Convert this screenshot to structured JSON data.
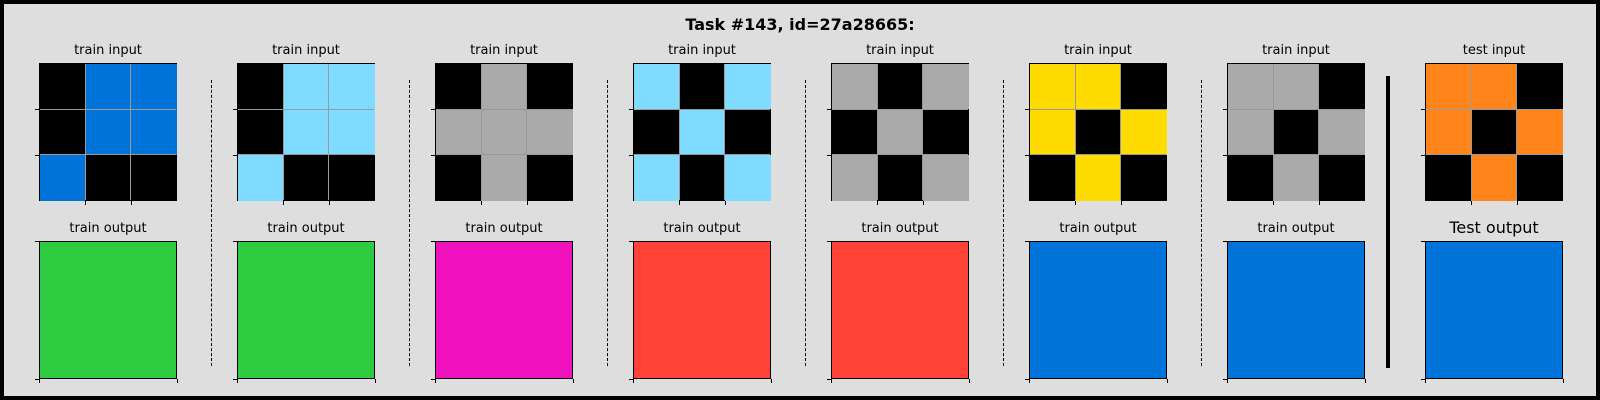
{
  "title": "Task #143, id=27a28665:",
  "palette": {
    "0": "#000000",
    "1": "#0074D9",
    "2": "#FF4136",
    "3": "#2ECC40",
    "4": "#FFDC00",
    "5": "#AAAAAA",
    "6": "#F012BE",
    "7": "#FF851B",
    "8": "#7FDBFF",
    "9": "#870C25"
  },
  "pairs": [
    {
      "input_label": "train input",
      "output_label": "train output",
      "input": [
        [
          0,
          1,
          1
        ],
        [
          0,
          1,
          1
        ],
        [
          1,
          0,
          0
        ]
      ],
      "output": [
        [
          3
        ]
      ]
    },
    {
      "input_label": "train input",
      "output_label": "train output",
      "input": [
        [
          0,
          8,
          8
        ],
        [
          0,
          8,
          8
        ],
        [
          8,
          0,
          0
        ]
      ],
      "output": [
        [
          3
        ]
      ]
    },
    {
      "input_label": "train input",
      "output_label": "train output",
      "input": [
        [
          0,
          5,
          0
        ],
        [
          5,
          5,
          5
        ],
        [
          0,
          5,
          0
        ]
      ],
      "output": [
        [
          6
        ]
      ]
    },
    {
      "input_label": "train input",
      "output_label": "train output",
      "input": [
        [
          8,
          0,
          8
        ],
        [
          0,
          8,
          0
        ],
        [
          8,
          0,
          8
        ]
      ],
      "output": [
        [
          2
        ]
      ]
    },
    {
      "input_label": "train input",
      "output_label": "train output",
      "input": [
        [
          5,
          0,
          5
        ],
        [
          0,
          5,
          0
        ],
        [
          5,
          0,
          5
        ]
      ],
      "output": [
        [
          2
        ]
      ]
    },
    {
      "input_label": "train input",
      "output_label": "train output",
      "input": [
        [
          4,
          4,
          0
        ],
        [
          4,
          0,
          4
        ],
        [
          0,
          4,
          0
        ]
      ],
      "output": [
        [
          1
        ]
      ]
    },
    {
      "input_label": "train input",
      "output_label": "train output",
      "input": [
        [
          5,
          5,
          0
        ],
        [
          5,
          0,
          5
        ],
        [
          0,
          5,
          0
        ]
      ],
      "output": [
        [
          1
        ]
      ]
    },
    {
      "input_label": "test input",
      "output_label": "Test output",
      "input": [
        [
          7,
          7,
          0
        ],
        [
          7,
          0,
          7
        ],
        [
          0,
          7,
          0
        ]
      ],
      "output": [
        [
          1
        ]
      ]
    }
  ]
}
